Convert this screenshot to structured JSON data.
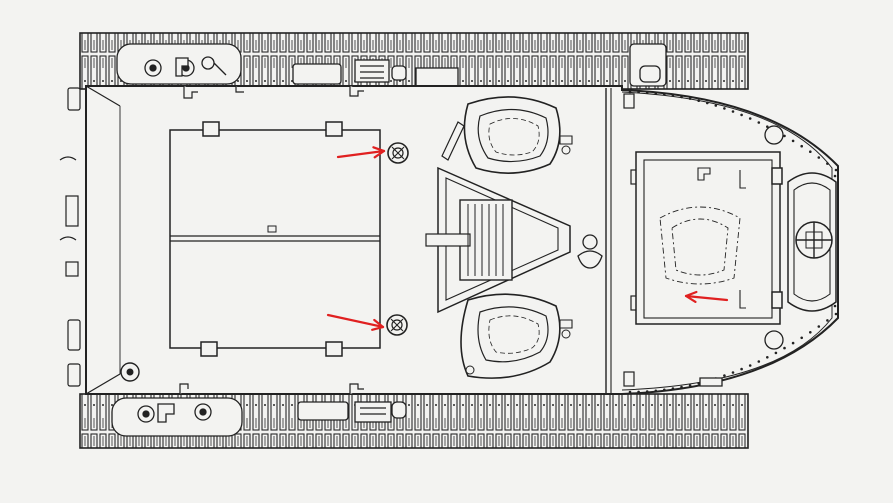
{
  "drawing": {
    "subject": "tank-hull-top-view",
    "background_color": "#f3f3f1",
    "line_color": "#222222",
    "arrow_color": "#e02020"
  },
  "annotations": {
    "arrow_count": 3,
    "marked_feature": "vent-plug"
  }
}
